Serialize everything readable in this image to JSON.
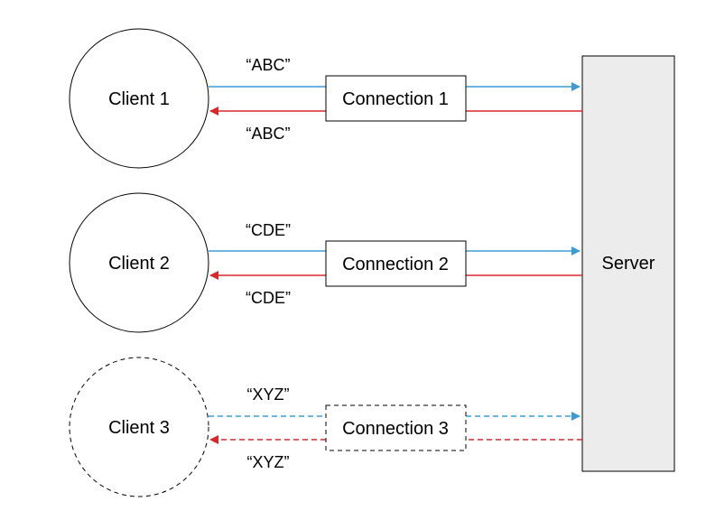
{
  "server": {
    "label": "Server"
  },
  "clients": [
    {
      "label": "Client 1",
      "connection": "Connection 1",
      "sent": "“ABC”",
      "received": "“ABC”",
      "style": "solid"
    },
    {
      "label": "Client 2",
      "connection": "Connection 2",
      "sent": "“CDE”",
      "received": "“CDE”",
      "style": "solid"
    },
    {
      "label": "Client 3",
      "connection": "Connection 3",
      "sent": "“XYZ”",
      "received": "“XYZ”",
      "style": "dashed"
    }
  ],
  "colors": {
    "outgoing": "#3b9bd9",
    "incoming": "#d9282b",
    "server_fill": "#ececec",
    "stroke": "#000000"
  }
}
